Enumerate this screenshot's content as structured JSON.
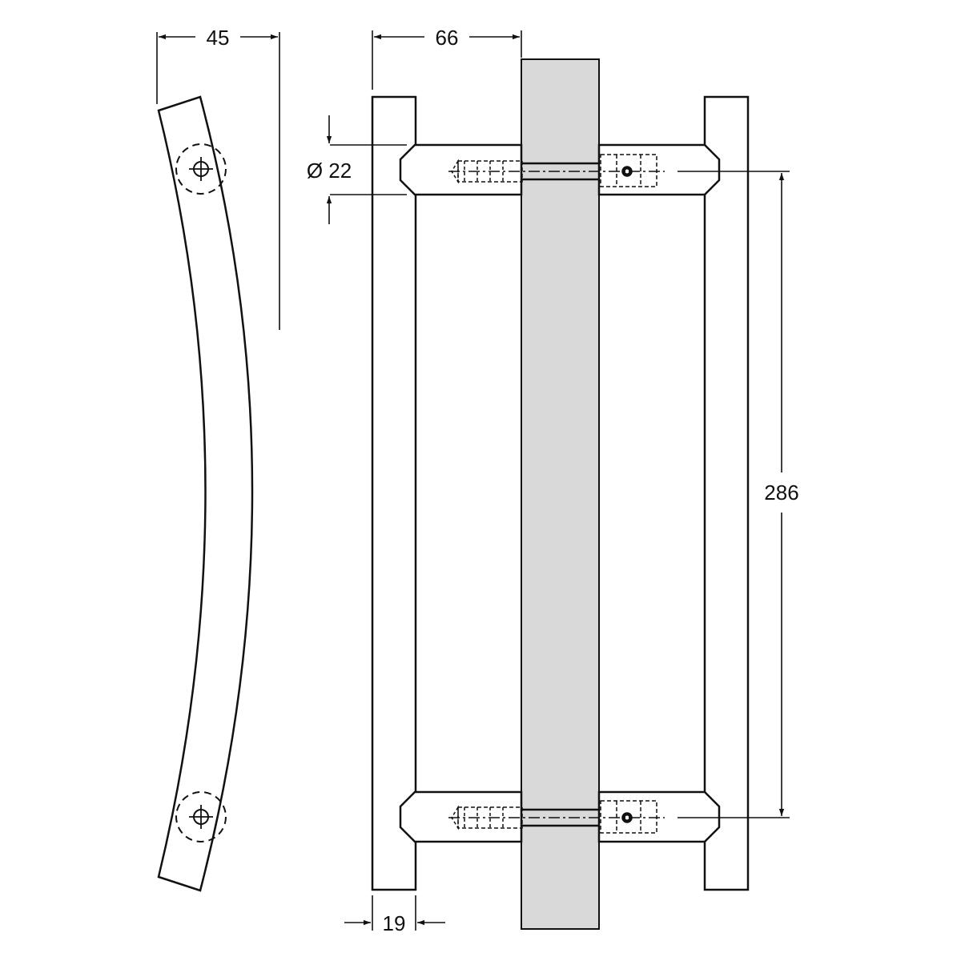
{
  "dimensions": {
    "handle_depth": "45",
    "projection": "66",
    "diameter": "Ø 22",
    "centres": "286",
    "grip_width": "19"
  },
  "colors": {
    "line": "#111111",
    "glass": "#d9d9d9",
    "background": "#ffffff"
  }
}
